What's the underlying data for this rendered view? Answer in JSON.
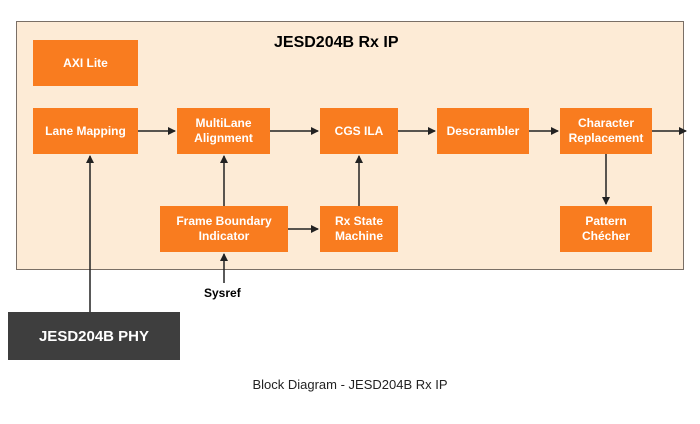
{
  "diagram": {
    "title": "JESD204B Rx IP",
    "caption": "Block Diagram - JESD204B Rx IP",
    "sysref_label": "Sysref",
    "colors": {
      "block": "#f97c1f",
      "container": "#fdebd6",
      "phy": "#3e3e3e"
    },
    "blocks": {
      "axi_lite": [
        "AXI Lite"
      ],
      "lane_mapping": [
        "Lane Mapping"
      ],
      "multilane_alignment": [
        "MultiLane",
        "Alignment"
      ],
      "cgs_ila": [
        "CGS ILA"
      ],
      "descrambler": [
        "Descrambler"
      ],
      "character_replacement": [
        "Character",
        "Replacement"
      ],
      "frame_boundary_indicator": [
        "Frame Boundary",
        "Indicator"
      ],
      "rx_state_machine": [
        "Rx State",
        "Machine"
      ],
      "pattern_checher": [
        "Pattern",
        "Chécher"
      ]
    },
    "phy_label": "JESD204B PHY"
  }
}
